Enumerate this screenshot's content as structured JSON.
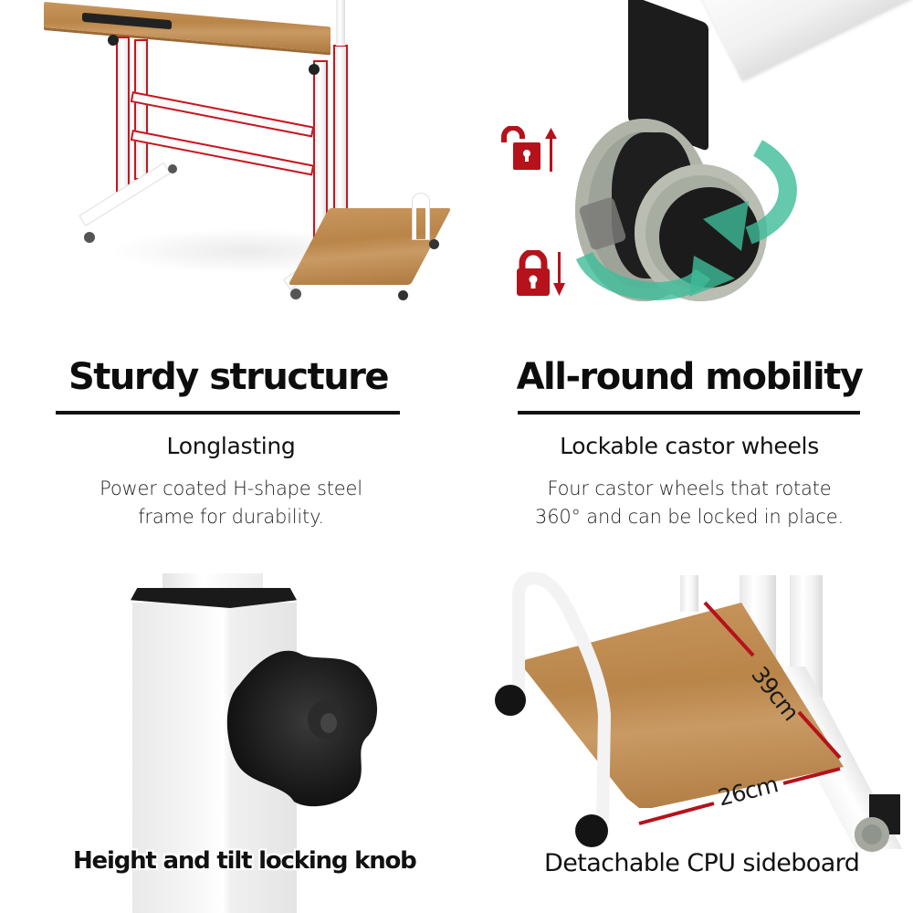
{
  "panels": [
    {
      "id": "sturdy-structure",
      "title": "Sturdy structure",
      "subtitle": "Longlasting",
      "description_lines": [
        "Power coated H-shape steel",
        "frame for durability."
      ],
      "image": "desk-frame-highlighted"
    },
    {
      "id": "all-round-mobility",
      "title": "All-round mobility",
      "subtitle": "Lockable castor wheels",
      "description_lines": [
        "Four castor wheels that rotate",
        "360° and can be locked in place."
      ],
      "image": "castor-wheel-closeup",
      "icons": [
        "unlock-up-icon",
        "lock-down-icon",
        "rotate-arrows-icon"
      ]
    },
    {
      "id": "locking-knob",
      "caption": "Height and tilt locking knob",
      "image": "locking-knob-closeup"
    },
    {
      "id": "cpu-sideboard",
      "caption": "Detachable CPU sideboard",
      "image": "cpu-shelf-closeup",
      "dimensions": {
        "depth": "39cm",
        "width": "26cm"
      }
    }
  ],
  "colors": {
    "accent_red": "#b5121b",
    "rotation_arrow": "#3dbb98",
    "wood": "#b98549",
    "text": "#111111"
  }
}
